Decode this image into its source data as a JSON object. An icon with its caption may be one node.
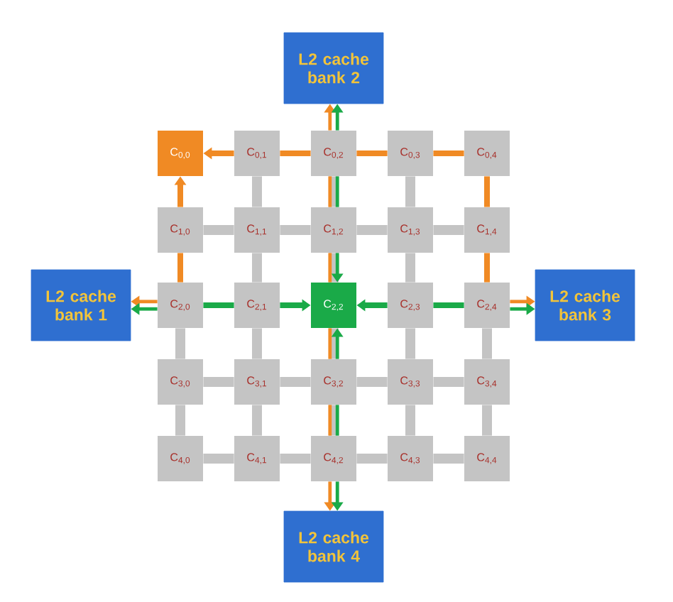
{
  "diagram": {
    "nodes": [
      {
        "text": [
          "L2 cache bank 2"
        ]
      },
      {
        "text": [
          "C$_{0,0}$"
        ]
      },
      {
        "text": [
          "C$_{0,1}$"
        ]
      },
      {
        "text": [
          "C$_{0,2}$"
        ]
      },
      {
        "text": [
          "C$_{0,3}$"
        ]
      },
      {
        "text": [
          "C$_{0,4}$"
        ]
      },
      {
        "text": [
          "C$_{1,0}$"
        ]
      },
      {
        "text": [
          "C$_{1,1}$"
        ]
      },
      {
        "text": [
          "C$_{1,2}$"
        ]
      },
      {
        "text": [
          "C$_{1,3}$"
        ]
      },
      {
        "text": [
          "C$_{1,4}$"
        ]
      },
      {
        "text": [
          "L2 cache bank 1"
        ]
      },
      {
        "text": [
          "C$_{2,0}$"
        ]
      },
      {
        "text": [
          "C$_{2,1}$"
        ]
      },
      {
        "text": [
          "C$_{2,2}$"
        ]
      },
      {
        "text": [
          "C$_{2,3}$"
        ]
      },
      {
        "text": [
          "C$_{2,4}$"
        ]
      },
      {
        "text": [
          "L2 cache bank 3"
        ]
      },
      {
        "text": [
          "C$_{3,0}$"
        ]
      },
      {
        "text": [
          "C$_{3,1}$"
        ]
      },
      {
        "text": [
          "C$_{3,2}$"
        ]
      },
      {
        "text": [
          "C$_{3,3}$"
        ]
      },
      {
        "text": [
          "C$_{3,4}$"
        ]
      },
      {
        "text": [
          "C$_{4,0}$"
        ]
      },
      {
        "text": [
          "C$_{4,1}$"
        ]
      },
      {
        "text": [
          "C$_{4,2}$"
        ]
      },
      {
        "text": [
          "C$_{4,3}$"
        ]
      },
      {
        "text": [
          "C$_{4,4}$"
        ]
      },
      {
        "text": [
          "L2 cache bank 4"
        ]
      }
    ],
    "edges": [
      {
        "from": 6,
        "to": 7,
        "arrow": "none"
      },
      {
        "from": 7,
        "to": 8,
        "arrow": "none"
      },
      {
        "from": 8,
        "to": 9,
        "arrow": "none"
      },
      {
        "from": 9,
        "to": 10,
        "arrow": "none"
      },
      {
        "from": 18,
        "to": 19,
        "arrow": "none"
      },
      {
        "from": 19,
        "to": 20,
        "arrow": "none"
      },
      {
        "from": 20,
        "to": 21,
        "arrow": "none"
      },
      {
        "from": 21,
        "to": 22,
        "arrow": "none"
      },
      {
        "from": 23,
        "to": 24,
        "arrow": "none"
      },
      {
        "from": 24,
        "to": 25,
        "arrow": "none"
      },
      {
        "from": 25,
        "to": 26,
        "arrow": "none"
      },
      {
        "from": 26,
        "to": 27,
        "arrow": "none"
      },
      {
        "from": 2,
        "to": 7,
        "arrow": "none"
      },
      {
        "from": 4,
        "to": 9,
        "arrow": "none"
      },
      {
        "from": 7,
        "to": 13,
        "arrow": "none"
      },
      {
        "from": 9,
        "to": 15,
        "arrow": "none"
      },
      {
        "from": 12,
        "to": 18,
        "arrow": "none"
      },
      {
        "from": 13,
        "to": 19,
        "arrow": "none"
      },
      {
        "from": 15,
        "to": 21,
        "arrow": "none"
      },
      {
        "from": 16,
        "to": 22,
        "arrow": "none"
      },
      {
        "from": 18,
        "to": 23,
        "arrow": "none"
      },
      {
        "from": 19,
        "to": 24,
        "arrow": "none"
      },
      {
        "from": 21,
        "to": 26,
        "arrow": "none"
      },
      {
        "from": 22,
        "to": 27,
        "arrow": "none"
      },
      {
        "from": 2,
        "to": 1,
        "arrow": "to",
        "color": "#f08a24"
      },
      {
        "from": 3,
        "to": 2,
        "arrow": "none",
        "color": "#f08a24"
      },
      {
        "from": 3,
        "to": 0,
        "arrow": "to",
        "color": "#f08a24"
      },
      {
        "from": 3,
        "to": 4,
        "arrow": "none",
        "color": "#f08a24"
      },
      {
        "from": 4,
        "to": 5,
        "arrow": "none",
        "color": "#f08a24"
      },
      {
        "from": 5,
        "to": 10,
        "arrow": "none",
        "color": "#f08a24"
      },
      {
        "from": 10,
        "to": 16,
        "arrow": "none",
        "color": "#f08a24"
      },
      {
        "from": 16,
        "to": 17,
        "arrow": "to",
        "color": "#f08a24"
      },
      {
        "from": 6,
        "to": 1,
        "arrow": "to",
        "color": "#f08a24"
      },
      {
        "from": 12,
        "to": 6,
        "arrow": "none",
        "color": "#f08a24"
      },
      {
        "from": 12,
        "to": 11,
        "arrow": "to",
        "color": "#f08a24"
      },
      {
        "from": 3,
        "to": 8,
        "arrow": "none",
        "color": "#f08a24"
      },
      {
        "from": 8,
        "to": 14,
        "arrow": "none",
        "color": "#f08a24"
      },
      {
        "from": 14,
        "to": 20,
        "arrow": "none",
        "color": "#f08a24"
      },
      {
        "from": 20,
        "to": 25,
        "arrow": "none",
        "color": "#f08a24"
      },
      {
        "from": 25,
        "to": 28,
        "arrow": "to",
        "color": "#f08a24"
      },
      {
        "from": 3,
        "to": 0,
        "arrow": "to",
        "color": "#1aaa48"
      },
      {
        "from": 3,
        "to": 8,
        "arrow": "none",
        "color": "#1aaa48"
      },
      {
        "from": 8,
        "to": 14,
        "arrow": "to",
        "color": "#1aaa48"
      },
      {
        "from": 13,
        "to": 14,
        "arrow": "to",
        "color": "#1aaa48"
      },
      {
        "from": 12,
        "to": 13,
        "arrow": "none",
        "color": "#1aaa48"
      },
      {
        "from": 12,
        "to": 11,
        "arrow": "to",
        "color": "#1aaa48"
      },
      {
        "from": 15,
        "to": 14,
        "arrow": "to",
        "color": "#1aaa48"
      },
      {
        "from": 15,
        "to": 16,
        "arrow": "none",
        "color": "#1aaa48"
      },
      {
        "from": 16,
        "to": 17,
        "arrow": "to",
        "color": "#1aaa48"
      },
      {
        "from": 20,
        "to": 14,
        "arrow": "to",
        "color": "#1aaa48"
      },
      {
        "from": 20,
        "to": 25,
        "arrow": "none",
        "color": "#1aaa48"
      },
      {
        "from": 25,
        "to": 28,
        "arrow": "to",
        "color": "#1aaa48"
      }
    ]
  }
}
